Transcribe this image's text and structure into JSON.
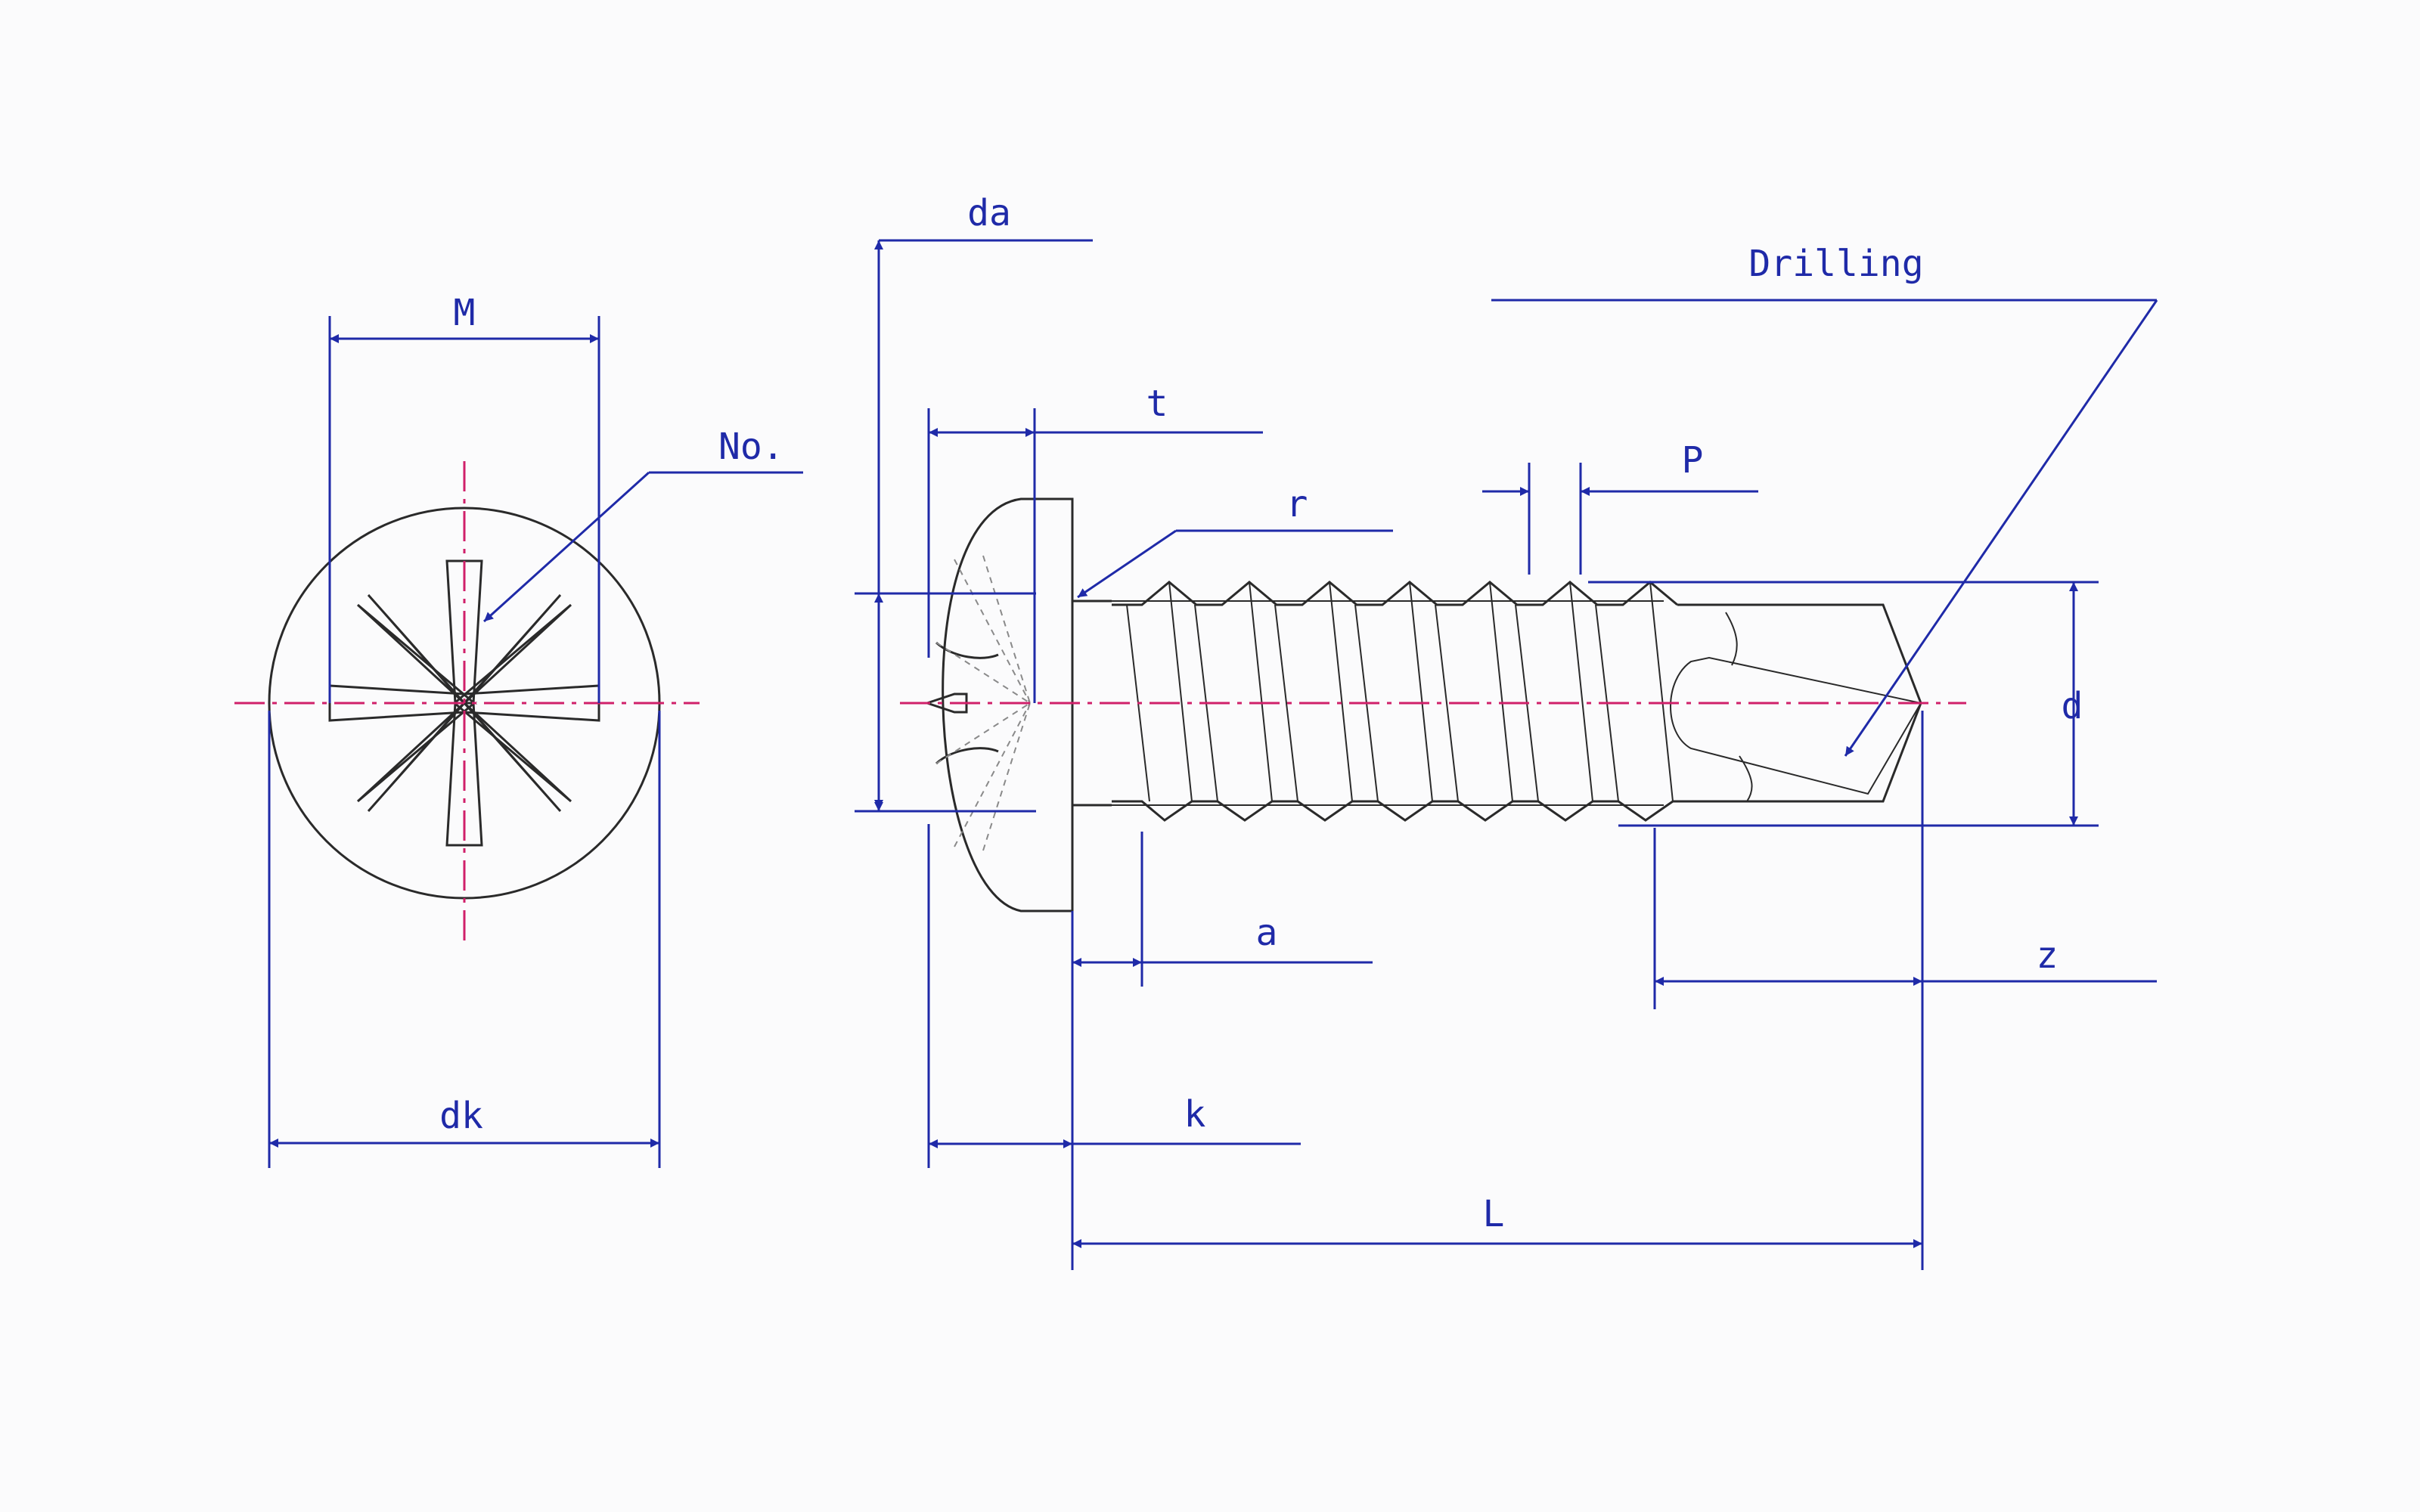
{
  "colors": {
    "dimension": "#1f2aa8",
    "center_line": "#d0206a",
    "outline": "#2a2a2a",
    "hidden_line": "#8a8a8a",
    "background": "#fbfbfc"
  },
  "labels": {
    "M": "M",
    "No": "No.",
    "dk": "dk",
    "da": "da",
    "t": "t",
    "r": "r",
    "drilling": "Drilling",
    "p": "P",
    "d": "d",
    "a": "a",
    "z": "z",
    "k": "k",
    "L": "L"
  }
}
